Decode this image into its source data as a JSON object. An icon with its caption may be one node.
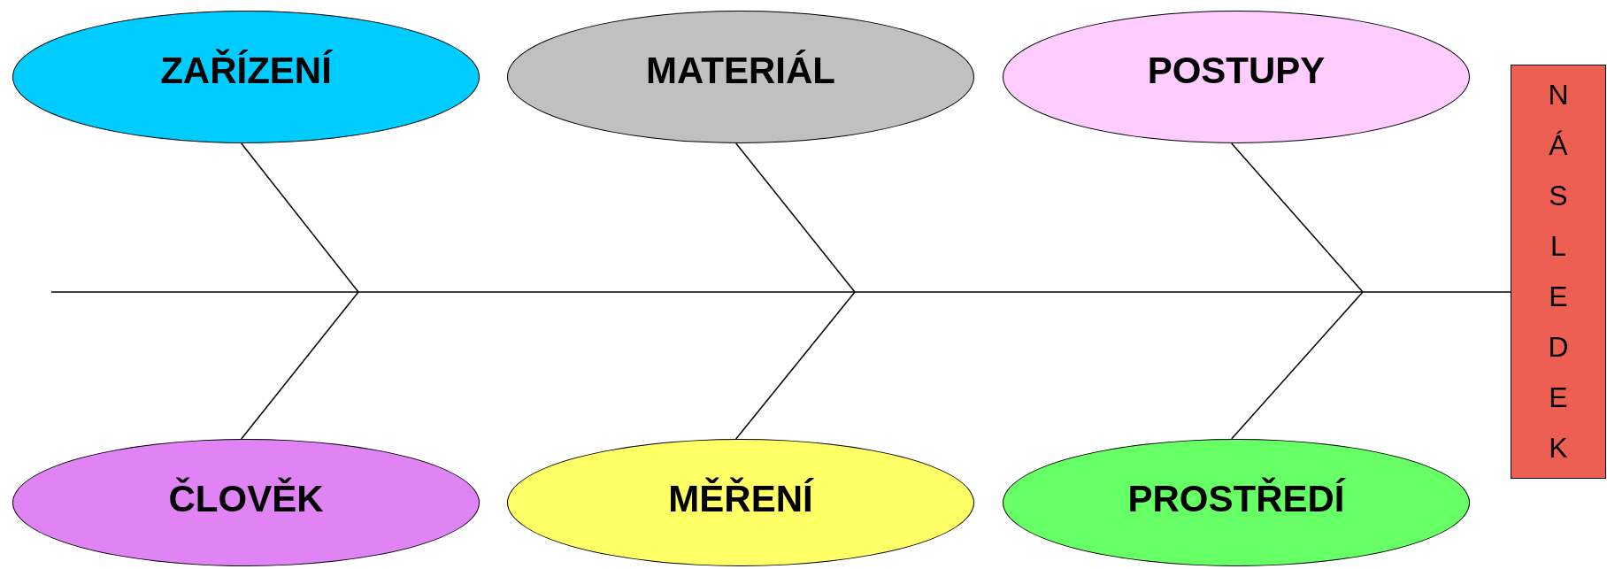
{
  "diagram": {
    "nodes": [
      {
        "text": [
          "ZAŘÍZENÍ"
        ]
      },
      {
        "text": [
          "MATERIÁL"
        ]
      },
      {
        "text": [
          "POSTUPY"
        ]
      },
      {
        "text": [
          "ČLOVĚK"
        ]
      },
      {
        "text": [
          "MĚŘENÍ"
        ]
      },
      {
        "text": [
          "PROSTŘEDÍ"
        ]
      },
      {
        "text": [
          "NÁSLEDEK"
        ]
      }
    ],
    "edges": [
      {
        "from": null,
        "to": 6,
        "arrow": "none"
      },
      {
        "from": 0,
        "to": null,
        "arrow": "none"
      },
      {
        "from": 1,
        "to": null,
        "arrow": "none"
      },
      {
        "from": 2,
        "to": null,
        "arrow": "none"
      },
      {
        "from": 3,
        "to": null,
        "arrow": "none"
      },
      {
        "from": 4,
        "to": null,
        "arrow": "none"
      },
      {
        "from": 5,
        "to": null,
        "arrow": "none"
      }
    ]
  }
}
